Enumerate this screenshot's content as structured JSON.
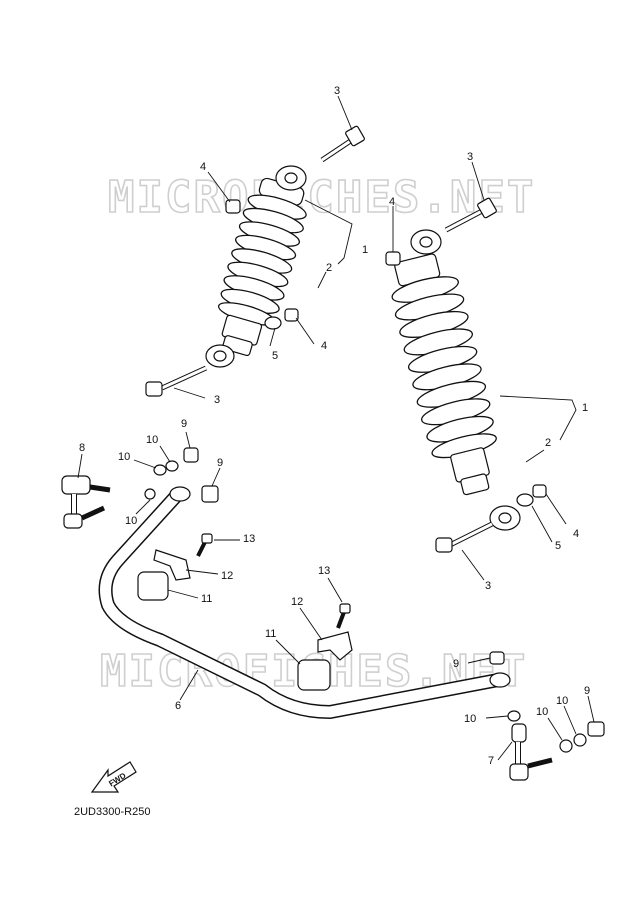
{
  "diagram": {
    "watermark_top": "MICROFICHES.NET",
    "watermark_bottom": "MICROFICHES.NET",
    "drawing_code": "2UD3300-R250",
    "fwd_label": "FWD",
    "callouts": [
      {
        "id": "c-3-top-left",
        "text": "3"
      },
      {
        "id": "c-4-top-left",
        "text": "4"
      },
      {
        "id": "c-1-left",
        "text": "1"
      },
      {
        "id": "c-2-left",
        "text": "2"
      },
      {
        "id": "c-4-mid-left",
        "text": "4"
      },
      {
        "id": "c-5-left",
        "text": "5"
      },
      {
        "id": "c-3-bottom-left",
        "text": "3"
      },
      {
        "id": "c-3-top-right",
        "text": "3"
      },
      {
        "id": "c-4-top-right",
        "text": "4"
      },
      {
        "id": "c-1-right",
        "text": "1"
      },
      {
        "id": "c-2-right",
        "text": "2"
      },
      {
        "id": "c-4-bottom-right",
        "text": "4"
      },
      {
        "id": "c-5-right",
        "text": "5"
      },
      {
        "id": "c-3-bottom-right",
        "text": "3"
      },
      {
        "id": "c-8",
        "text": "8"
      },
      {
        "id": "c-10-a",
        "text": "10"
      },
      {
        "id": "c-9-a",
        "text": "9"
      },
      {
        "id": "c-10-b",
        "text": "10"
      },
      {
        "id": "c-9-b",
        "text": "9"
      },
      {
        "id": "c-10-c",
        "text": "10"
      },
      {
        "id": "c-13-left",
        "text": "13"
      },
      {
        "id": "c-12-left",
        "text": "12"
      },
      {
        "id": "c-11-left",
        "text": "11"
      },
      {
        "id": "c-6",
        "text": "6"
      },
      {
        "id": "c-13-right",
        "text": "13"
      },
      {
        "id": "c-12-right",
        "text": "12"
      },
      {
        "id": "c-11-right",
        "text": "11"
      },
      {
        "id": "c-9-right",
        "text": "9"
      },
      {
        "id": "c-10-right-a",
        "text": "10"
      },
      {
        "id": "c-10-right-b",
        "text": "10"
      },
      {
        "id": "c-10-right-c",
        "text": "10"
      },
      {
        "id": "c-9-right-b",
        "text": "9"
      },
      {
        "id": "c-7",
        "text": "7"
      }
    ]
  }
}
